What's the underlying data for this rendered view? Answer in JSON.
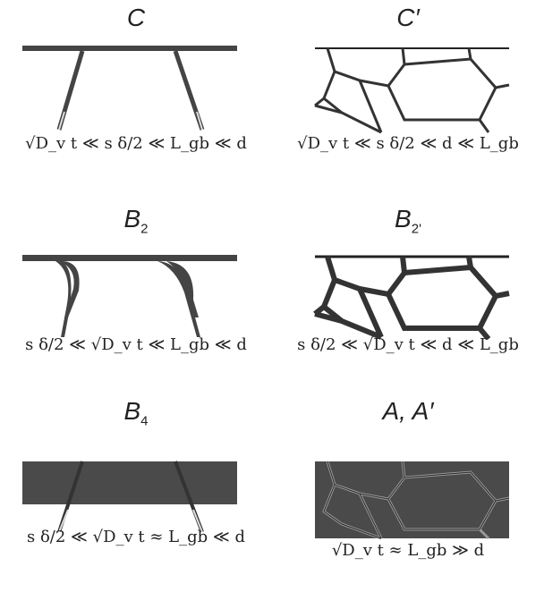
{
  "panels": [
    {
      "title_main": "C",
      "title_sub": "",
      "formula": "√D_v t ≪ s δ/2 ≪ L_gb ≪ d"
    },
    {
      "title_main": "C′",
      "title_sub": "",
      "formula": "√D_v t ≪ s δ/2 ≪ d ≪ L_gb"
    },
    {
      "title_main": "B",
      "title_sub": "2",
      "formula": "s δ/2 ≪ √D_v t ≪ L_gb ≪ d"
    },
    {
      "title_main": "B",
      "title_sub": "2'",
      "formula": "s δ/2 ≪ √D_v t ≪ d ≪ L_gb"
    },
    {
      "title_main": "B",
      "title_sub": "4",
      "formula": "s δ/2 ≪ √D_v t ≈ L_gb ≪ d"
    },
    {
      "title_main": "A, A′",
      "title_sub": "",
      "formula": "√D_v t ≈ L_gb ≫ d"
    }
  ],
  "colors": {
    "diffusion_fill": "#4a4a4a",
    "boundary": "#333333",
    "background": "#ffffff"
  }
}
